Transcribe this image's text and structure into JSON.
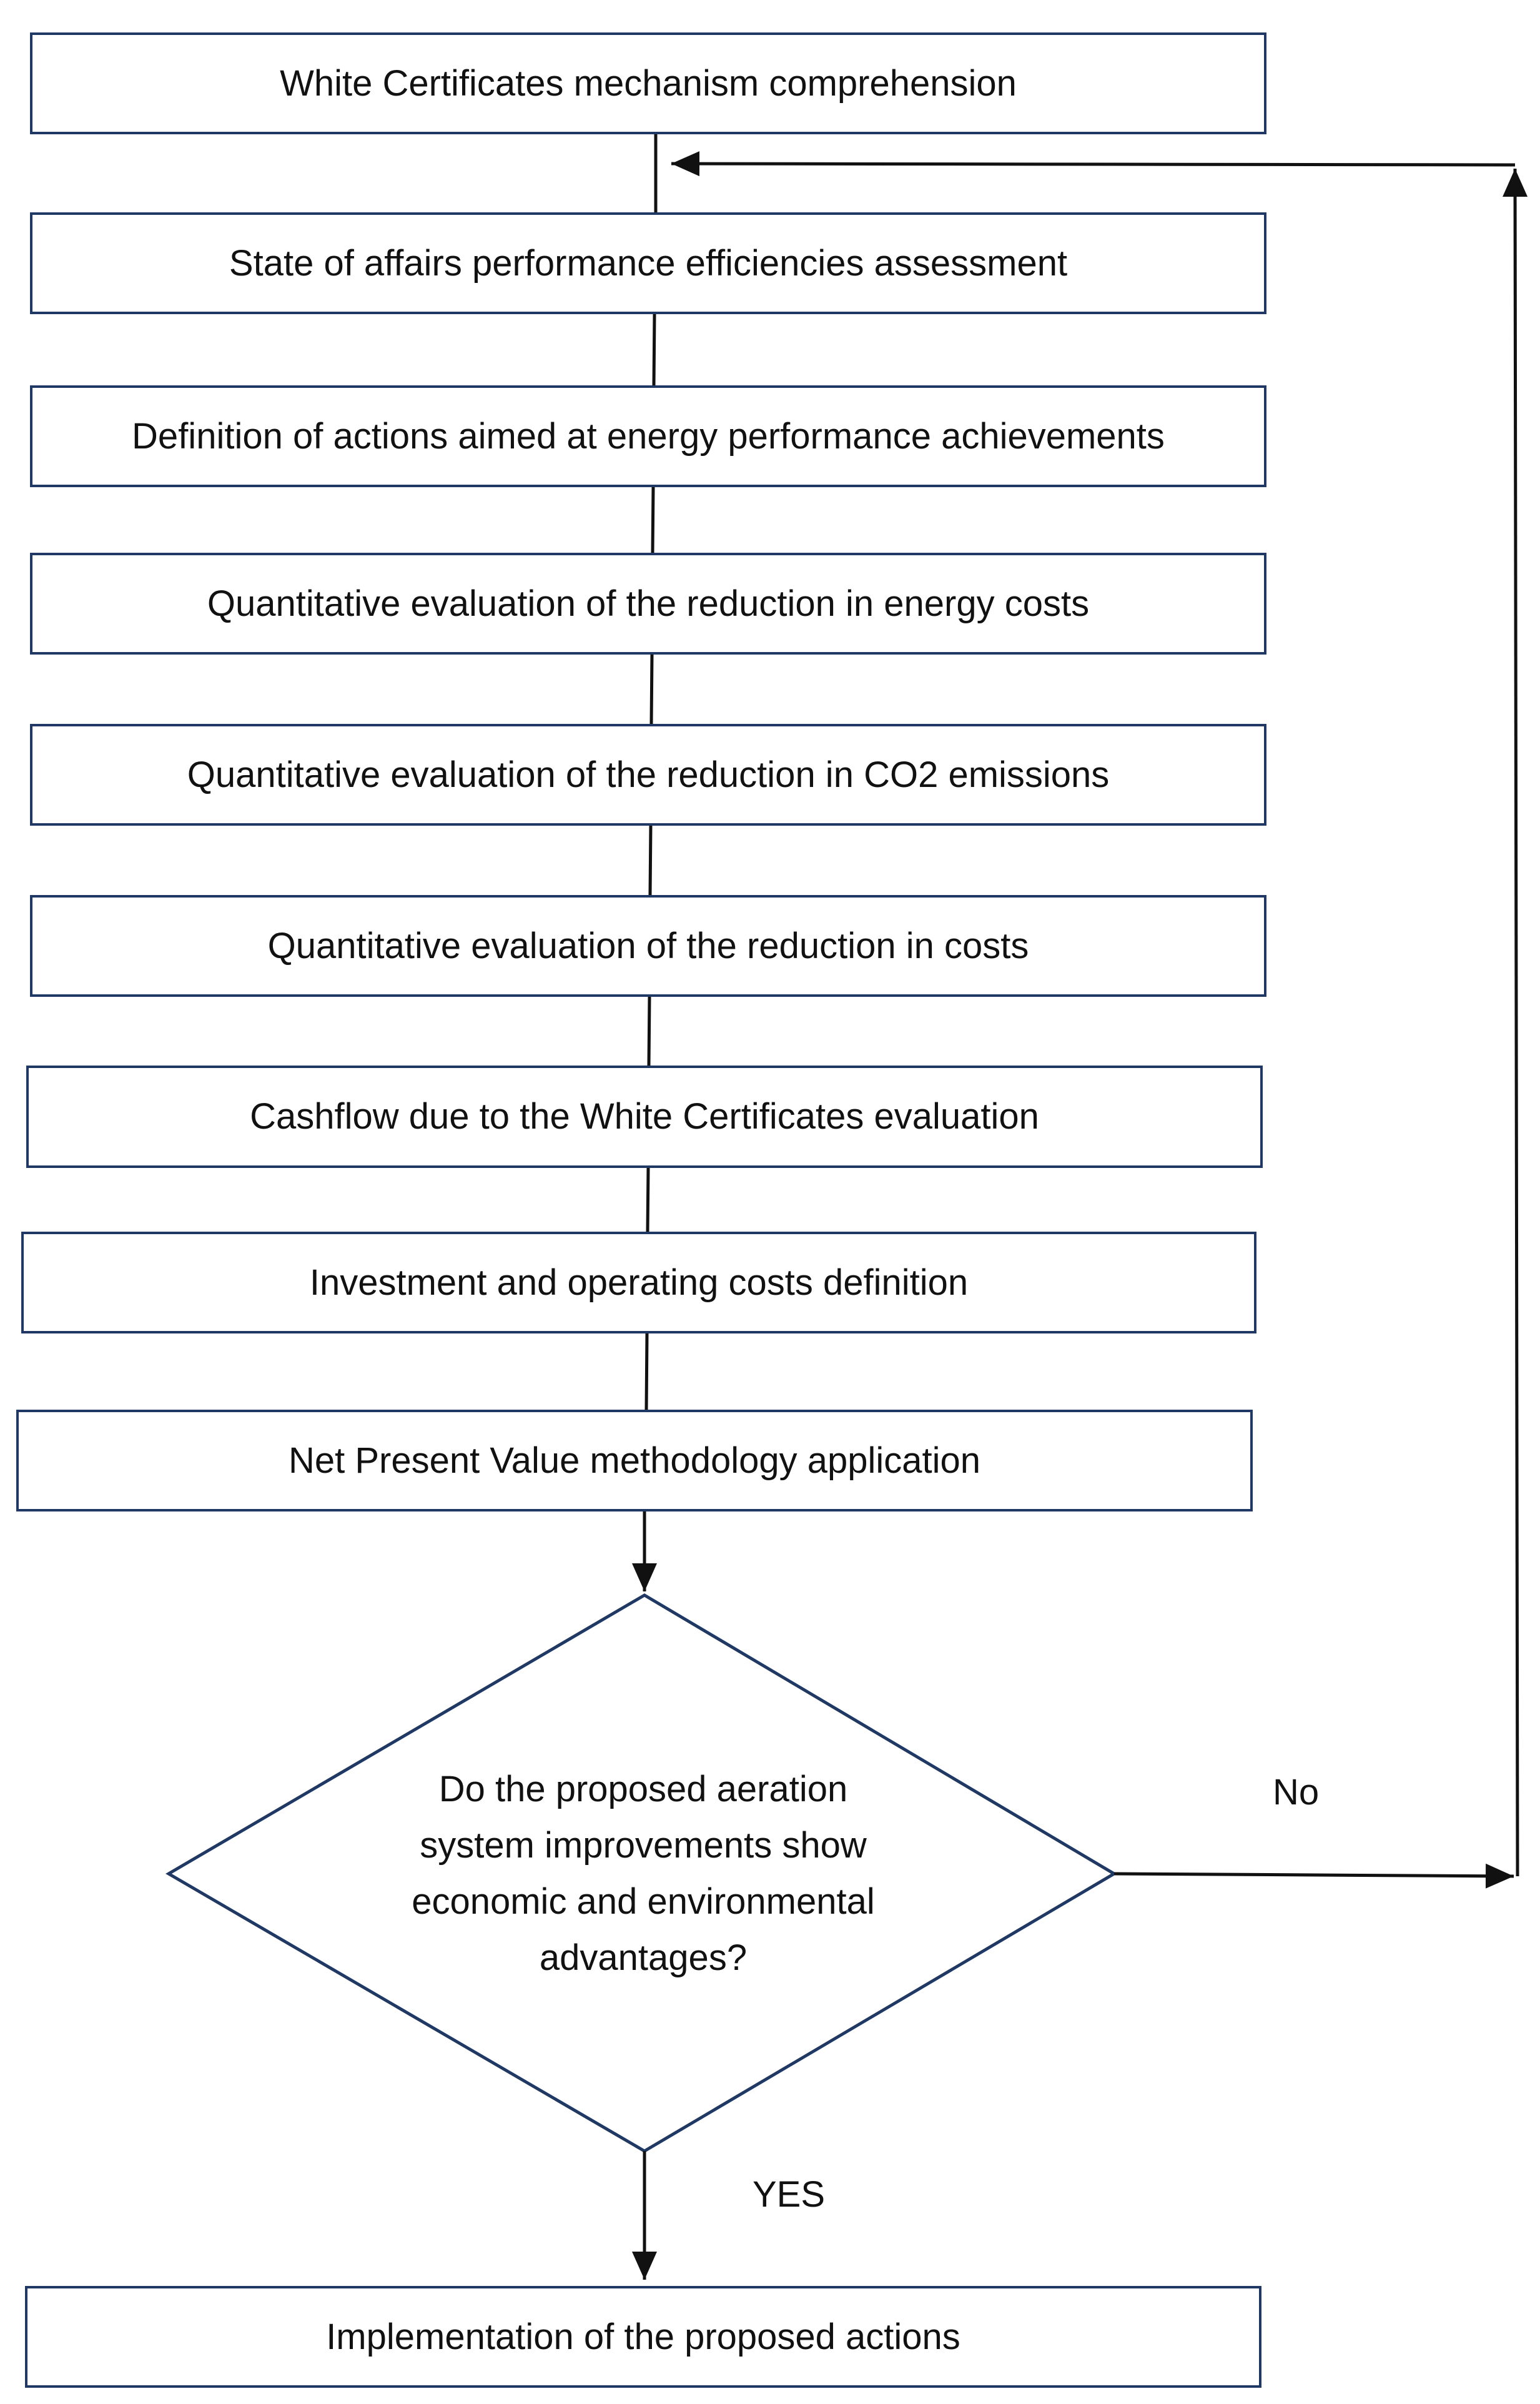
{
  "steps": [
    {
      "id": "s1",
      "label": "White Certificates mechanism comprehension"
    },
    {
      "id": "s2",
      "label": "State of affairs performance efficiencies assessment"
    },
    {
      "id": "s3",
      "label": "Definition of actions aimed at energy performance achievements"
    },
    {
      "id": "s4",
      "label": "Quantitative evaluation of the reduction in energy costs"
    },
    {
      "id": "s5",
      "label": "Quantitative evaluation of the reduction in CO2 emissions"
    },
    {
      "id": "s6",
      "label": "Quantitative evaluation of the reduction in costs"
    },
    {
      "id": "s7",
      "label": "Cashflow due to the White Certificates evaluation"
    },
    {
      "id": "s8",
      "label": "Investment and operating costs definition"
    },
    {
      "id": "s9",
      "label": "Net Present Value methodology application"
    }
  ],
  "decision": {
    "question": "Do the proposed aeration system improvements show economic and environmental advantages?",
    "yes_label": "YES",
    "no_label": "No"
  },
  "final_step": {
    "label": "Implementation of the proposed actions"
  },
  "colors": {
    "box_border": "#1f3864",
    "connector": "#111111",
    "text": "#111111"
  }
}
